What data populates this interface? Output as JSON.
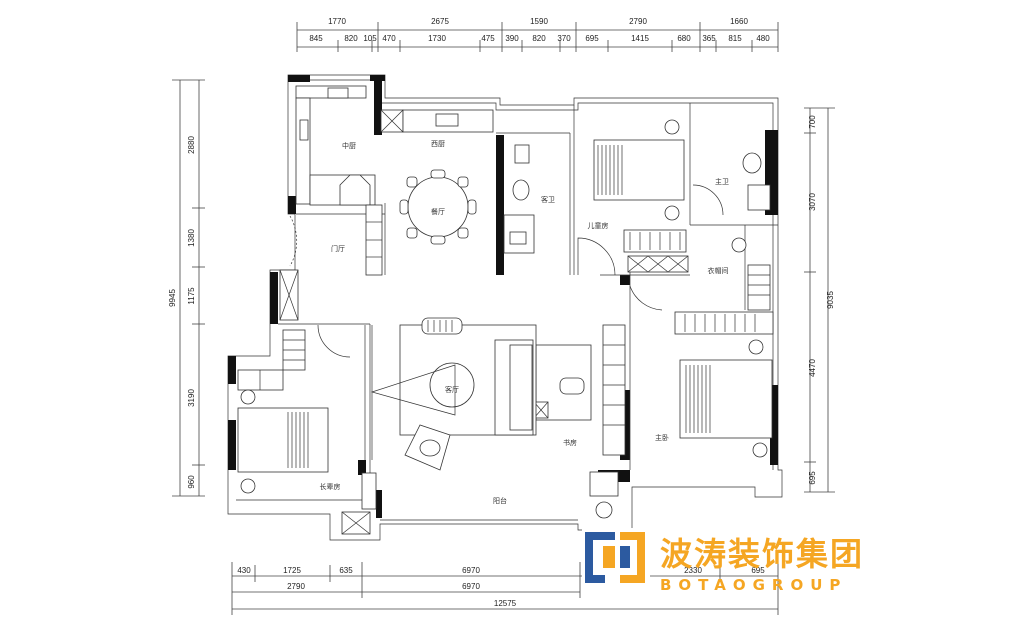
{
  "top_dims": {
    "row1": [
      "1770",
      "2675",
      "1590",
      "2790",
      "1660"
    ],
    "row2": [
      "845",
      "820",
      "105",
      "470",
      "1730",
      "475",
      "390",
      "820",
      "370",
      "695",
      "1415",
      "680",
      "365",
      "815",
      "480"
    ]
  },
  "left_dims": [
    "9945",
    "2880",
    "1380",
    "1175",
    "3190",
    "960"
  ],
  "right_dims": [
    "700",
    "3070",
    "9035",
    "4470",
    "695"
  ],
  "bottom_dims": {
    "row1": [
      "430",
      "1725",
      "635",
      "6970",
      "2330",
      "695"
    ],
    "row2": [
      "2790",
      "6970"
    ],
    "total": "12575"
  },
  "rooms": {
    "kitchen": "中厨",
    "western_kitchen": "西厨",
    "dining": "餐厅",
    "entry": "门厅",
    "guest_bath": "客卫",
    "kids_room": "儿童房",
    "master_bath": "主卫",
    "cloakroom": "衣帽间",
    "living": "客厅",
    "study": "书房",
    "master_bed": "主卧",
    "elder_room": "长辈房",
    "balcony": "阳台"
  },
  "brand": {
    "name_cn": "波涛装饰集团",
    "name_en": "BOTAOGROUP",
    "color": "#f5a623",
    "accent": "#2c5aa0"
  }
}
